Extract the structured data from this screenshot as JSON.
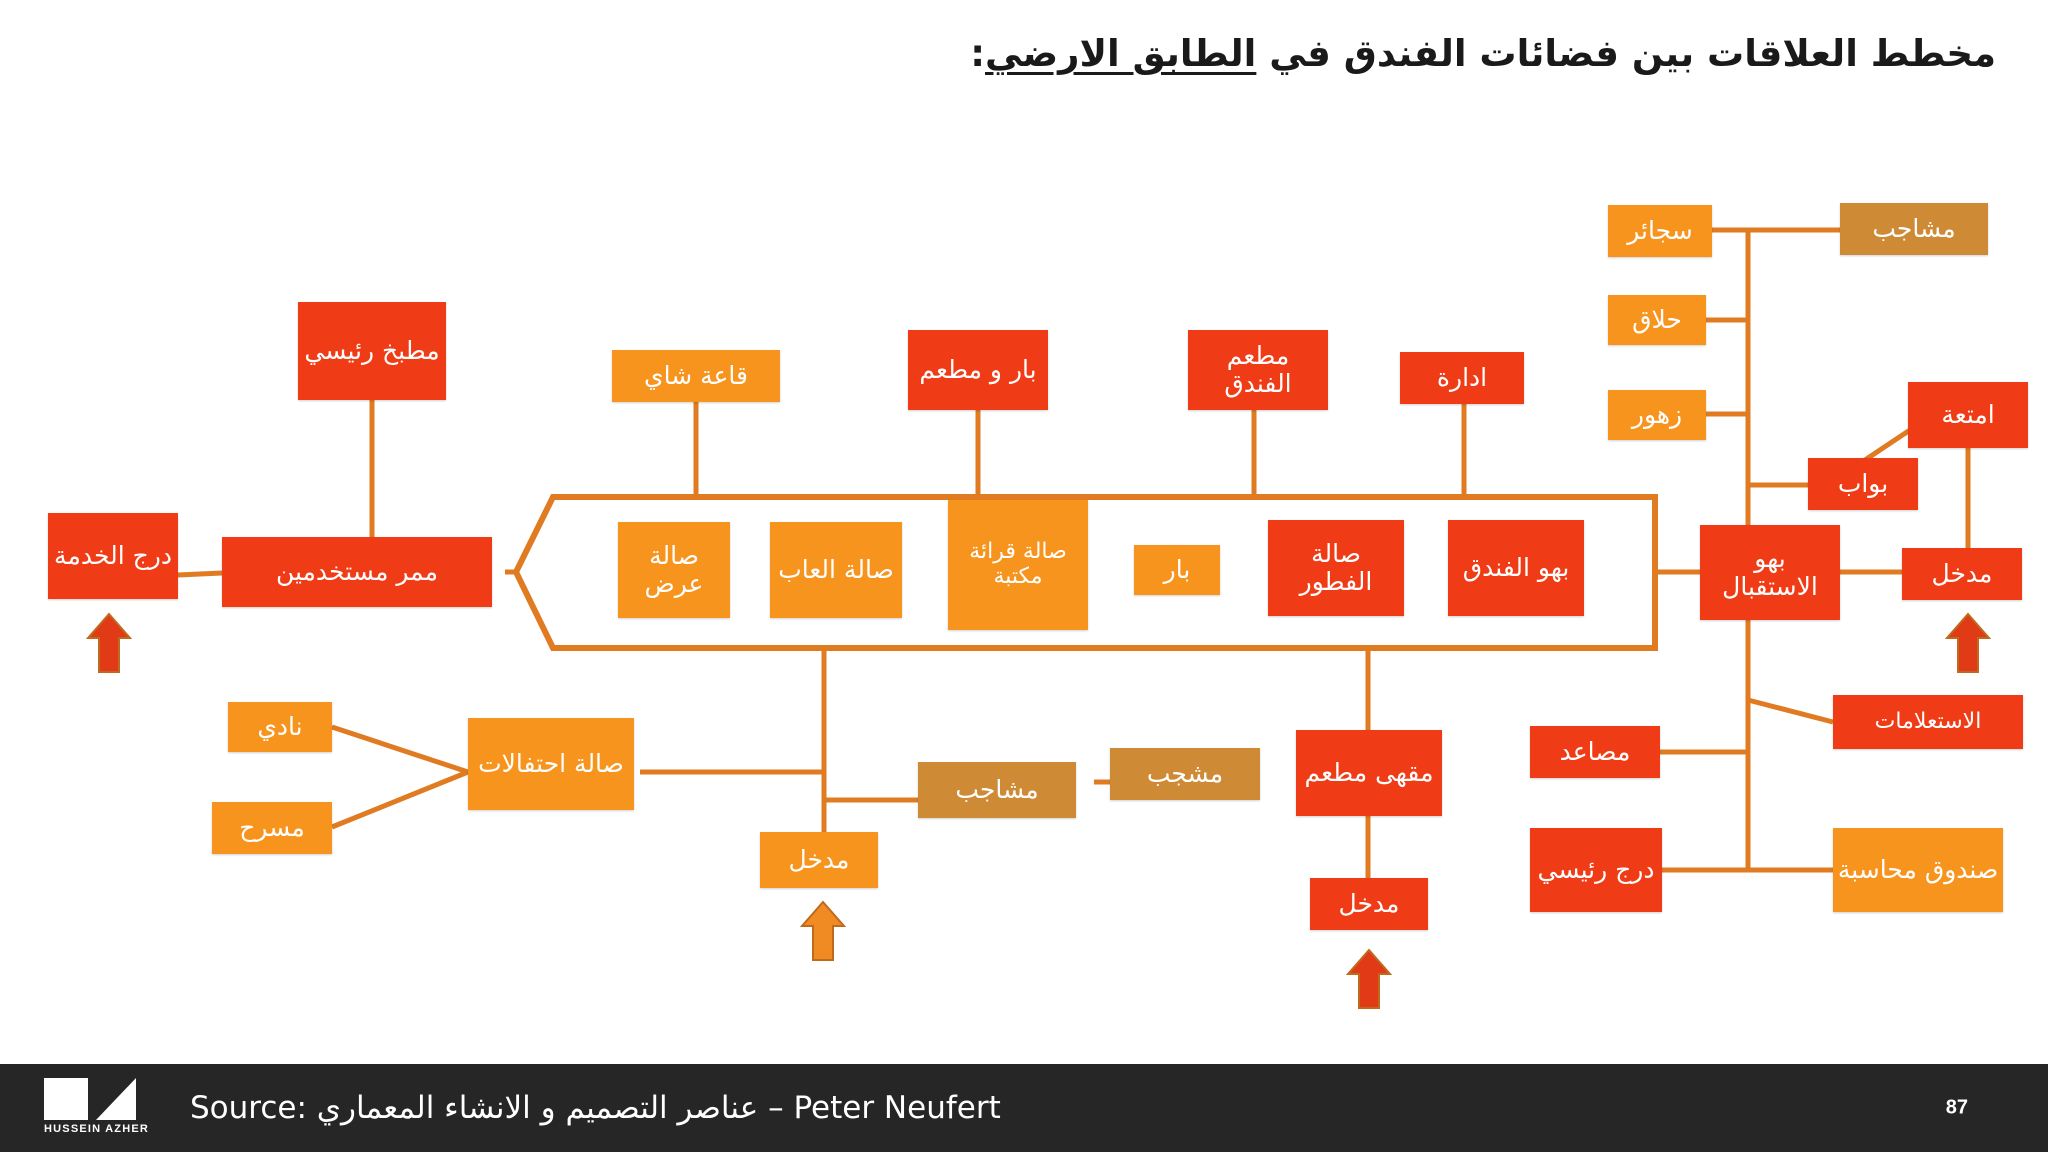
{
  "title": {
    "prefix": "مخطط العلاقات بين فضائات الفندق في ",
    "underlined": "الطابق الارضي",
    "suffix": ":"
  },
  "colors": {
    "red": "#f03c16",
    "orange": "#f7941e",
    "brown": "#cf8a35",
    "connector": "#e07b22",
    "footer_bg": "#262626",
    "title_text": "#1a1a1a"
  },
  "nodes": {
    "matbakh_raisi": "مطبخ رئيسي",
    "daraj_khidma": "درج الخدمة",
    "mamar_mustakhdimin": "ممر مستخدمين",
    "qaat_shay": "قاعة شاي",
    "bar_wa_mataam": "بار و مطعم",
    "mataam_funduq": "مطعم الفندق",
    "idara": "ادارة",
    "salat_ard": "صالة عرض",
    "salat_alaab": "صالة العاب",
    "salat_qiraa_maktaba": "صالة قرائة مكتبة",
    "bar": "بار",
    "salat_futoor": "صالة الفطور",
    "bahw_funduq": "بهو الفندق",
    "bahw_istiqbal": "بهو الاستقبال",
    "sajair": "سجائر",
    "hallaq": "حلاق",
    "zuhoor": "زهور",
    "mashajib_top": "مشاجب",
    "bawab": "بواب",
    "amtiaa": "امتعة",
    "madkhal_right": "مدخل",
    "istialamat": "الاستعلامات",
    "masaid": "مصاعد",
    "daraj_raisi": "درج رئيسي",
    "sunduq_muhasaba": "صندوق محاسبة",
    "nadi": "نادي",
    "masrah": "مسرح",
    "salat_ihtifalat": "صالة احتفالات",
    "madkhal_center": "مدخل",
    "mashajib_center": "مشاجب",
    "mashjab": "مشجب",
    "maqha_mataam": "مقهى مطعم",
    "madkhal_bottom": "مدخل"
  },
  "footer": {
    "source": "Source: عناصر التصميم و الانشاء المعماري – Peter Neufert",
    "page_number": "87",
    "logo_name": "HUSSEIN AZHER"
  }
}
